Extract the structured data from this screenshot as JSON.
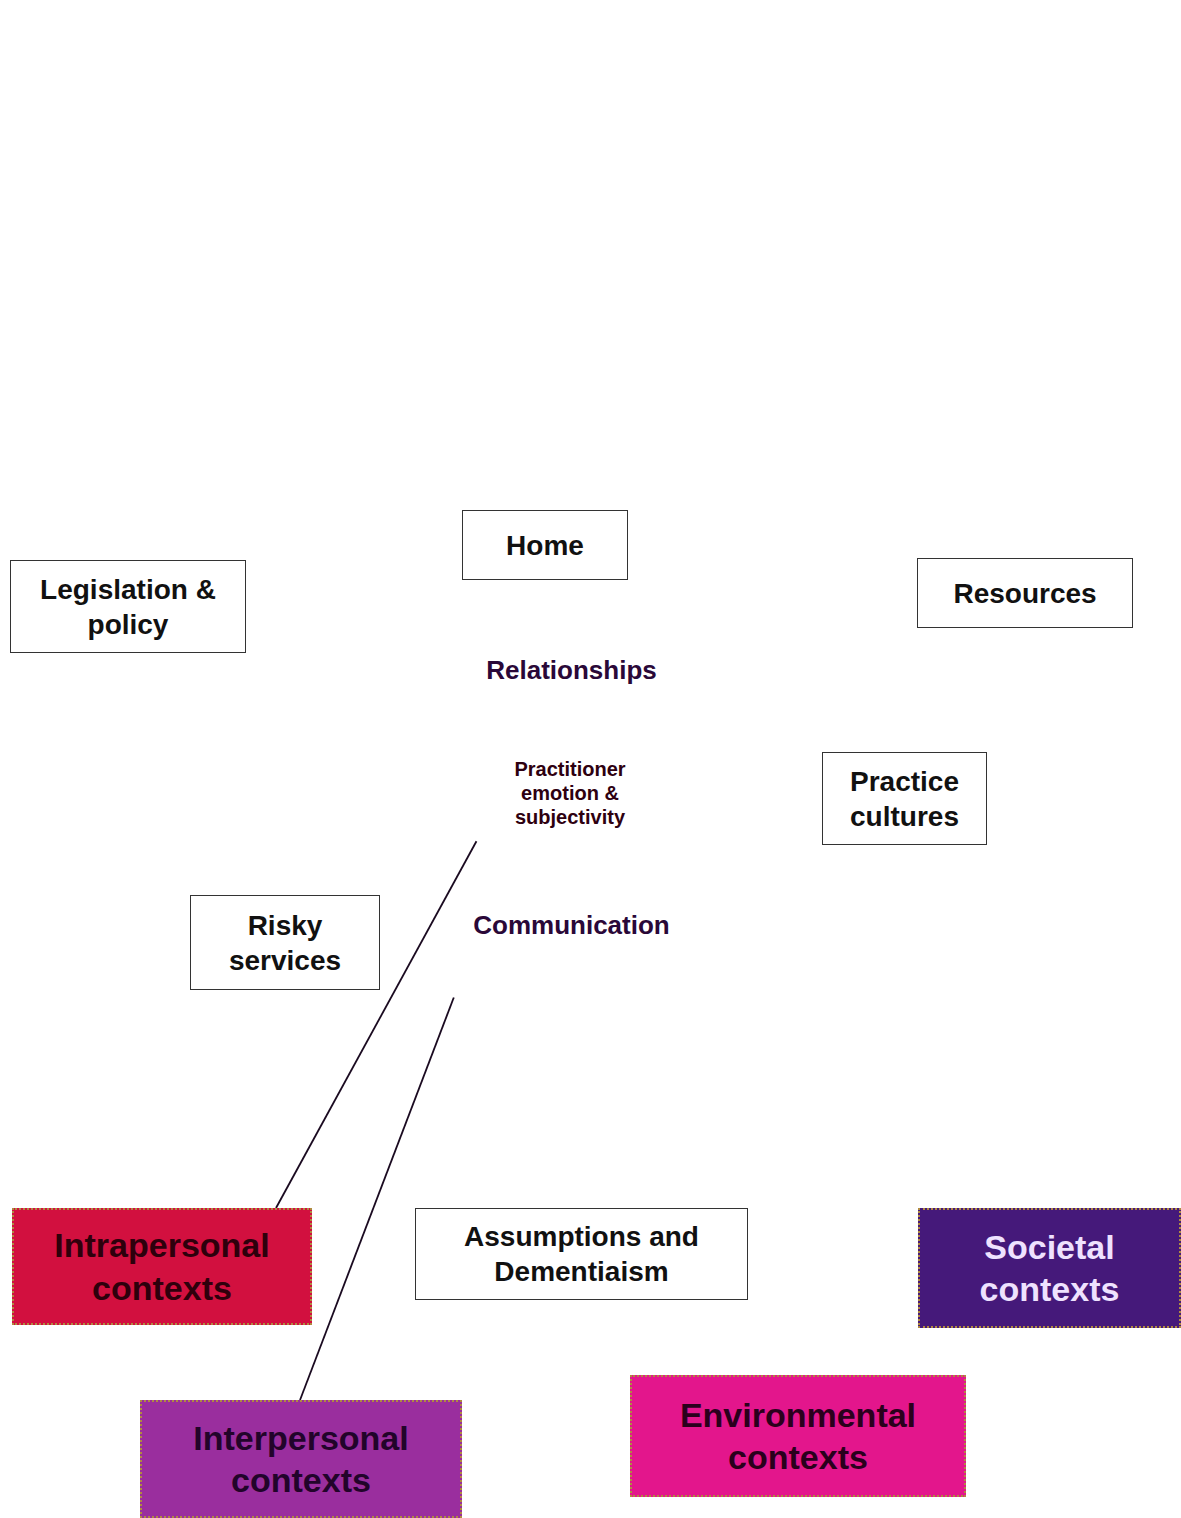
{
  "diagram": {
    "nodes": [
      {
        "text": [
          "Home"
        ]
      },
      {
        "text": [
          "Legislation & policy"
        ]
      },
      {
        "text": [
          "Resources"
        ]
      },
      {
        "text": [
          "Relationships",
          "Communication"
        ]
      },
      {
        "text": [
          "Practitioner emotion & subjectivity"
        ],
        "in": 3
      },
      {
        "text": [
          "Practice cultures"
        ]
      },
      {
        "text": [
          "Risky services"
        ]
      },
      {
        "text": [
          "Assumptions and Dementiaism"
        ]
      },
      {
        "text": [
          "Intrapersonal contexts"
        ]
      },
      {
        "text": [
          "Societal contexts"
        ]
      },
      {
        "text": [
          "Interpersonal contexts"
        ]
      },
      {
        "text": [
          "Environmental contexts"
        ]
      }
    ],
    "edges": [
      {
        "from": 8,
        "to": 4,
        "arrow": "none"
      },
      {
        "from": 10,
        "to": 3,
        "arrow": "none"
      }
    ]
  }
}
